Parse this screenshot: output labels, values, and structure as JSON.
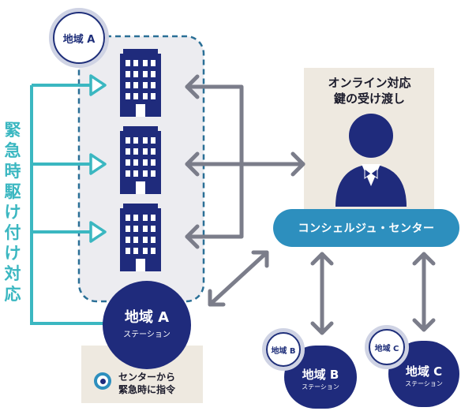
{
  "region_a": {
    "badge": "地域 A",
    "station_name": "地域 A",
    "station_sub": "ステーション"
  },
  "region_b": {
    "badge": "地域 B",
    "station_name": "地域 B",
    "station_sub": "ステーション"
  },
  "region_c": {
    "badge": "地域 C",
    "station_name": "地域 C",
    "station_sub": "ステーション"
  },
  "emergency_label": "緊急時駆け付け対応",
  "concierge": {
    "title_line1": "オンライン対応",
    "title_line2": "鍵の受け渡し",
    "center_label": "コンシェルジュ・センター"
  },
  "legend": {
    "line1": "センターから",
    "line2": "緊急時に指令"
  },
  "colors": {
    "navy": "#1f2b7c",
    "teal": "#3bb7c1",
    "blue": "#2d8fbe",
    "gray_arrow": "#7b7d8a",
    "beige": "#eee9e0",
    "panel": "#ececf0"
  },
  "icons": [
    "building-icon",
    "concierge-person-icon",
    "double-arrow-icon",
    "triangle-arrow-icon",
    "target-icon"
  ]
}
